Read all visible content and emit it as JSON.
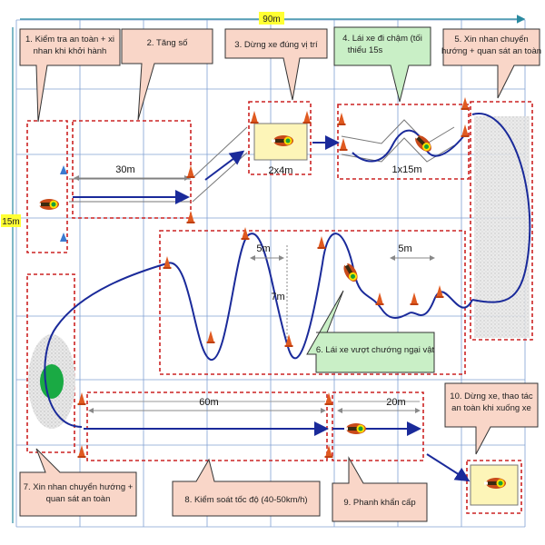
{
  "dimensions": {
    "width_label": "90m",
    "height_label": "15m"
  },
  "callouts": [
    {
      "id": "c1",
      "lines": [
        "1. Kiểm tra an toàn + xi",
        "nhan khi khởi hành"
      ]
    },
    {
      "id": "c2",
      "lines": [
        "2. Tăng số"
      ]
    },
    {
      "id": "c3",
      "lines": [
        "3. Dừng xe đúng vị trí"
      ]
    },
    {
      "id": "c4",
      "lines": [
        "4. Lái xe đi chậm (tối",
        "thiểu 15s"
      ]
    },
    {
      "id": "c5",
      "lines": [
        "5. Xin nhan chuyển",
        "hướng + quan sát an toàn"
      ]
    },
    {
      "id": "c6",
      "lines": [
        "6. Lái xe vượt chướng ngại vật"
      ]
    },
    {
      "id": "c7",
      "lines": [
        "7. Xin nhan chuyển hướng +",
        "quan sát an toàn"
      ]
    },
    {
      "id": "c8",
      "lines": [
        "8. Kiểm soát tốc độ (40-50km/h)"
      ]
    },
    {
      "id": "c9",
      "lines": [
        "9. Phanh khẩn cấp"
      ]
    },
    {
      "id": "c10",
      "lines": [
        "10. Dừng xe, thao tác",
        "an toàn khi xuống xe"
      ]
    }
  ],
  "measurements": {
    "m30": "30m",
    "m2x4": "2x4m",
    "m1x15": "1x15m",
    "m5a": "5m",
    "m5b": "5m",
    "m7": "7m",
    "m60": "60m",
    "m20": "20m"
  },
  "colors": {
    "grid": "#4a78c0",
    "dashed_box": "#cc2222",
    "path": "#1a2a9a",
    "callout_salmon": "#f9d6c8",
    "callout_green": "#c9efc6",
    "label_yellow": "#ffff33",
    "cone": "#e05a20",
    "circle_green": "#1aaa44"
  },
  "icons": {
    "vehicle": "motorcycle-rider-icon",
    "cone": "traffic-cone-icon",
    "marker": "blue-marker-icon"
  }
}
